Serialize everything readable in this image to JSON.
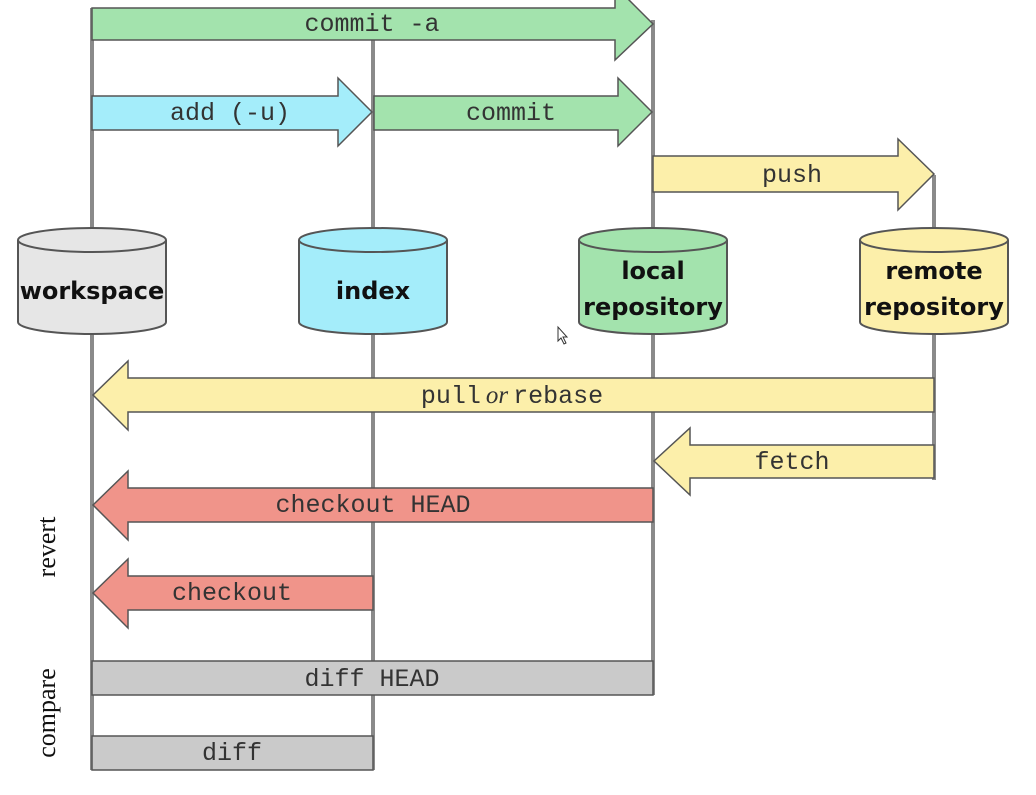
{
  "colors": {
    "green": "#a3e3ad",
    "blue": "#a4edfa",
    "yellow": "#fcefaa",
    "red": "#f0948a",
    "gray": "#cacaca",
    "workspace": "#e6e6e6",
    "line": "#8a8a8a",
    "stroke": "#555555"
  },
  "stores": {
    "workspace": {
      "lines": [
        "workspace"
      ]
    },
    "index": {
      "lines": [
        "index"
      ]
    },
    "local": {
      "lines": [
        "local",
        "repository"
      ]
    },
    "remote": {
      "lines": [
        "remote",
        "repository"
      ]
    }
  },
  "operations": {
    "commit_a": "commit -a",
    "add": "add (-u)",
    "commit": "commit",
    "push": "push",
    "pull": {
      "before": "pull",
      "connector": "or",
      "after": "rebase"
    },
    "fetch": "fetch",
    "checkout_head": "checkout HEAD",
    "checkout": "checkout",
    "diff_head": "diff HEAD",
    "diff": "diff"
  },
  "groups": {
    "revert": "revert",
    "compare": "compare"
  }
}
